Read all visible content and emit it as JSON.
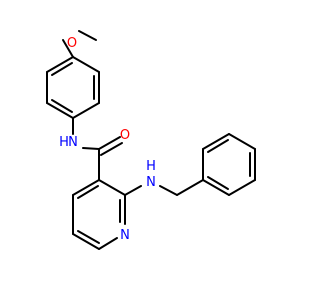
{
  "molecule": {
    "atoms": {
      "methoxy_oxygen": "O",
      "amide_nh": "N",
      "amide_nh_h": "H",
      "carbonyl_oxygen": "O",
      "amine_nh": "N",
      "amine_nh_h": "H",
      "pyridine_nitrogen": "N"
    },
    "colors": {
      "bond": "#000000",
      "oxygen": "#ff0000",
      "nitrogen": "#0000ff",
      "background": "#ffffff"
    }
  }
}
